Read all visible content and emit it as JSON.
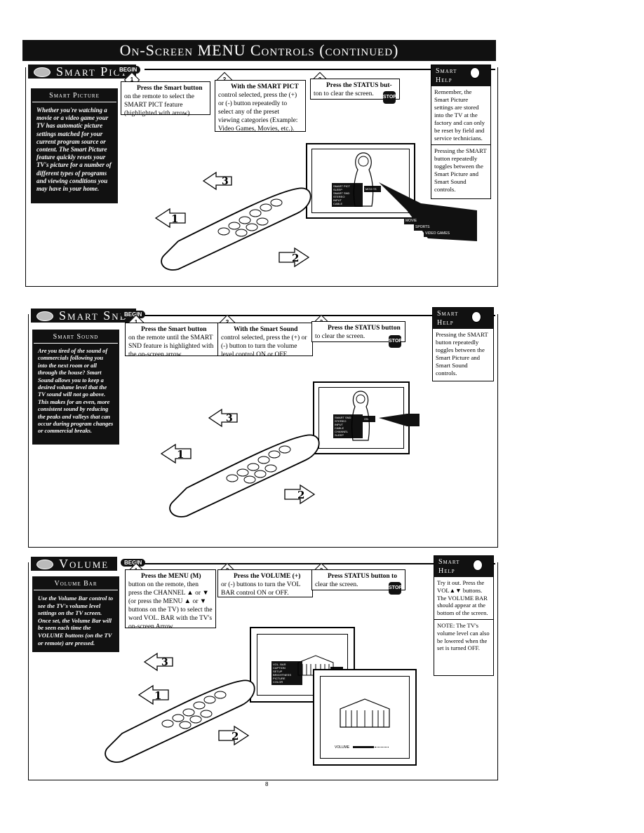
{
  "page_title": "On-Screen MENU Controls (continued)",
  "begin_label": "BEGIN",
  "stop_label": "STOP",
  "page_number": "8",
  "sections": [
    {
      "title": "Smart Pict",
      "sidebar_head": "Smart Picture",
      "sidebar_text": "Whether you're watching a movie or a video game your TV has automatic picture settings matched for your current program source or content. The Smart Picture feature quickly resets your TV's picture for a number of different types of programs and viewing conditions you may have in your home.",
      "step1_lead": "Press the Smart button",
      "step1_text": "on the remote to select the SMART PICT feature (highlighted with arrow).",
      "step2_lead": "With the SMART PICT",
      "step2_text": "control selected, press the (+) or (-) button repeatedly to select any of the preset viewing categories (Example: Video Games, Movies, etc.).",
      "step3_lead": "Press the STATUS but-",
      "step3_text": "ton to clear the screen.",
      "help_head1": "Smart",
      "help_head2": "Help",
      "help_text1": "Remember, the Smart Picture settings are stored into the TV at the factory and can only be reset by field and service technicians.",
      "help_text2": "Pressing the SMART button repeatedly toggles between the Smart Picture and Smart Sound controls.",
      "tv_menu": [
        "SMART PICT",
        "SLEEP",
        "SMART SND",
        "STEREO",
        "INPUT",
        "CABLE"
      ],
      "tv_option": "MOVIES",
      "callouts": [
        "MOVIE",
        "SPORTS",
        "VIDEO GAMES"
      ]
    },
    {
      "title": "Smart Snd",
      "sidebar_head": "Smart Sound",
      "sidebar_text": "Are you tired of the sound of commercials following you into the next room or all through the house? Smart Sound allows you to keep a desired volume level that the TV sound will not go above. This makes for an even, more consistent sound by reducing the peaks and valleys that can occur during program changes or commercial breaks.",
      "step1_lead": "Press the Smart button",
      "step1_text": "on the remote until the SMART SND feature is highlighted with the on-screen arrow.",
      "step2_lead": "With the Smart Sound",
      "step2_text": "control selected, press the (+) or (-) button to turn the volume level control ON or OFF.",
      "step3_lead": "Press the STATUS button",
      "step3_text": "to clear the screen.",
      "help_head1": "Smart",
      "help_head2": "Help",
      "help_text1": "Pressing the SMART button repeatedly toggles between the Smart Picture and Smart Sound controls.",
      "tv_menu": [
        "SMART SND",
        "STEREO",
        "INPUT",
        "CABLE",
        "CHANNEL",
        "SLEEP"
      ],
      "tv_option": "ON"
    },
    {
      "title": "Volume",
      "sidebar_head": "Volume Bar",
      "sidebar_text": "Use the Volume Bar control to see the TV's volume level settings on the TV screen. Once set, the Volume Bar will be seen each time the VOLUME buttons (on the TV or remote) are pressed.",
      "step1_lead": "Press the MENU (M)",
      "step1_text": "button on the remote, then press the CHANNEL ▲ or ▼ (or press the MENU ▲ or ▼ buttons on the TV) to select the word VOL. BAR with the TV's on-screen Arrow.",
      "step2_lead": "Press the VOLUME (+)",
      "step2_text": "or (-) buttons to turn the VOL BAR control ON or OFF.",
      "step3_lead": "Press STATUS button to",
      "step3_text": "clear the screen.",
      "help_head1": "Smart",
      "help_head2": "Help",
      "help_text1": "Try it out. Press the VOL▲▼ buttons. The VOLUME BAR should appear at the bottom of the screen.",
      "help_text2": "NOTE: The TV's volume level can also be lowered when the set is turned OFF.",
      "tv_menu": [
        "VOL. BAR",
        "CAPTION",
        "SETUP",
        "BRIGHTNESS",
        "PICTURE",
        "COLOR"
      ],
      "tv_option": "ON",
      "volume_label": "VOLUME"
    }
  ]
}
